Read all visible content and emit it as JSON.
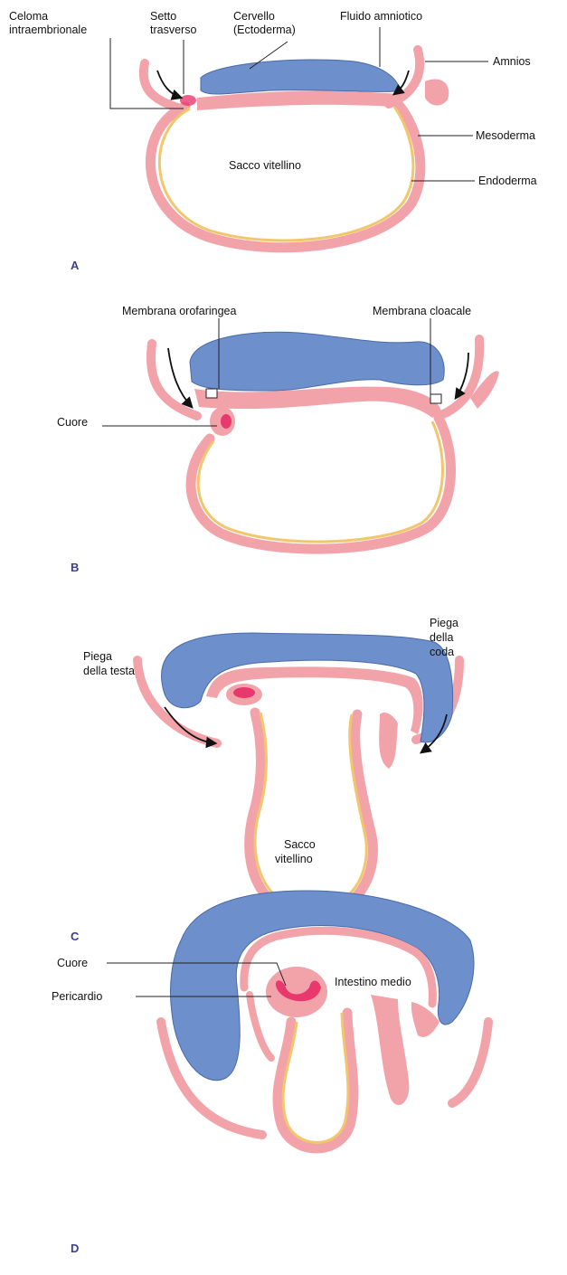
{
  "colors": {
    "mesoderm_pink": "#f2a3a9",
    "endoderm_yellow": "#f2c66b",
    "ectoderm_blue": "#6d8fcb",
    "heart_red": "#e8386e",
    "panel_letter": "#3a3f8f"
  },
  "panel_a": {
    "letter": "A",
    "celoma_line1": "Celoma",
    "celoma_line2": "intraembrionale",
    "setto_line1": "Setto",
    "setto_line2": "trasverso",
    "cervello_line1": "Cervello",
    "cervello_line2": "(Ectoderma)",
    "fluido": "Fluido amniotico",
    "amnios": "Amnios",
    "mesoderma": "Mesoderma",
    "endoderma": "Endoderma",
    "sacco": "Sacco vitellino"
  },
  "panel_b": {
    "letter": "B",
    "orofaringea": "Membrana orofaringea",
    "cloacale": "Membrana cloacale",
    "cuore": "Cuore"
  },
  "panel_c": {
    "letter": "C",
    "testa_line1": "Piega",
    "testa_line2": "della testa",
    "coda_line1": "Piega",
    "coda_line2": "della",
    "coda_line3": "coda",
    "sacco_line1": "Sacco",
    "sacco_line2": "vitellino"
  },
  "panel_d": {
    "letter": "D",
    "cuore": "Cuore",
    "pericardio": "Pericardio",
    "intestino": "Intestino medio"
  }
}
